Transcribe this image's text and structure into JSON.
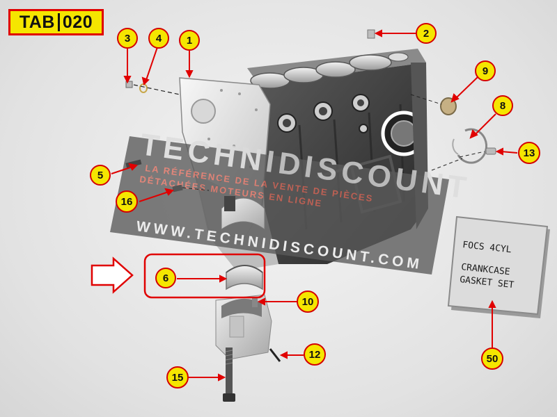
{
  "tab": {
    "prefix": "TAB",
    "number": "020"
  },
  "watermark": {
    "brand": "TECHNIDISCOUNT",
    "tagline_1": "LA RÉFÉRENCE DE LA VENTE DE PIÈCES",
    "tagline_2": "DÉTACHÉES MOTEURS EN LIGNE",
    "url": "WWW.TECHNIDISCOUNT.COM"
  },
  "gasket_box": {
    "line1": "FOCS 4CYL",
    "line2": "CRANKCASE",
    "line3": "GASKET SET"
  },
  "callouts": [
    {
      "id": "c1",
      "label": "1"
    },
    {
      "id": "c2",
      "label": "2"
    },
    {
      "id": "c3",
      "label": "3"
    },
    {
      "id": "c4",
      "label": "4"
    },
    {
      "id": "c5",
      "label": "5"
    },
    {
      "id": "c6",
      "label": "6"
    },
    {
      "id": "c8",
      "label": "8"
    },
    {
      "id": "c9",
      "label": "9"
    },
    {
      "id": "c10",
      "label": "10"
    },
    {
      "id": "c12",
      "label": "12"
    },
    {
      "id": "c13",
      "label": "13"
    },
    {
      "id": "c15",
      "label": "15"
    },
    {
      "id": "c16",
      "label": "16"
    },
    {
      "id": "c50",
      "label": "50"
    }
  ],
  "colors": {
    "callout_fill": "#f5e600",
    "callout_stroke": "#d40000",
    "leader": "#e00000",
    "highlight_frame": "#e00000",
    "engine_dark": "#3a3a3a",
    "engine_metal": "#c8c8c8"
  }
}
